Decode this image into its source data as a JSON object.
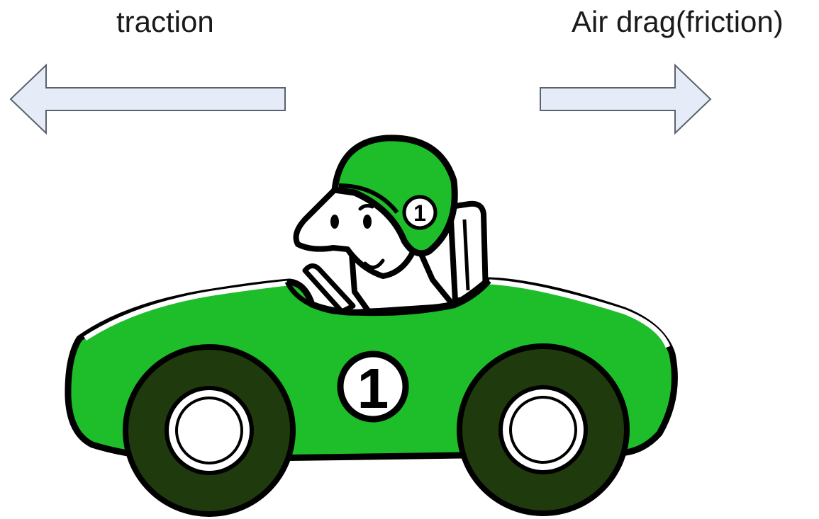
{
  "forces": {
    "left_label": "traction",
    "right_label": "Air drag(friction)"
  },
  "car": {
    "number": "1",
    "helmet_number": "1"
  },
  "colors": {
    "arrow_fill": "#e6ecf7",
    "arrow_stroke": "#5a6270",
    "car_body": "#1ebe2a",
    "tire": "#1f3a0d",
    "outline": "#000000"
  }
}
